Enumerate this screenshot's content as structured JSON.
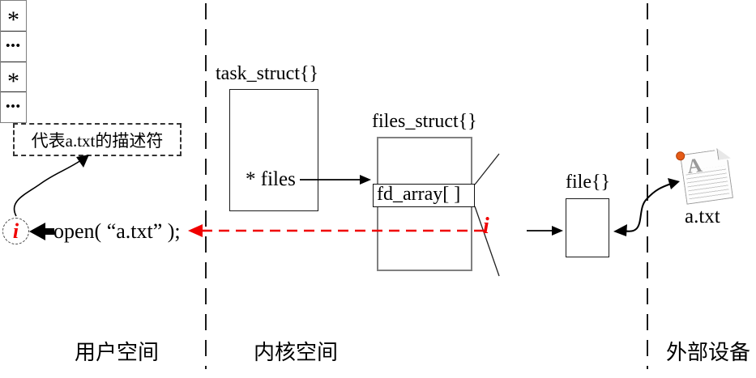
{
  "diagram": {
    "title_hint": "Linux file descriptor / open() flow diagram",
    "zones": {
      "user": "用户空间",
      "kernel": "内核空间",
      "external": "外部设备"
    },
    "descriptor_note": "代表a.txt的描述符",
    "fd_value": "i",
    "fd_index": "i",
    "open_call": "open( “a.txt” );",
    "task_struct": {
      "label": "task_struct{}",
      "field": "* files"
    },
    "files_struct": {
      "label": "files_struct{}",
      "field": "fd_array[ ]"
    },
    "fd_array_cells": [
      "*",
      "•••",
      "*",
      "•••"
    ],
    "file_struct": {
      "label": "file{}"
    },
    "file_icon": {
      "letter": "A",
      "name": "a.txt"
    },
    "colors": {
      "highlight_red": "#f00000",
      "gray_border": "#808080",
      "line_black": "#1a1a1a",
      "pin_orange": "#e55b17"
    }
  }
}
